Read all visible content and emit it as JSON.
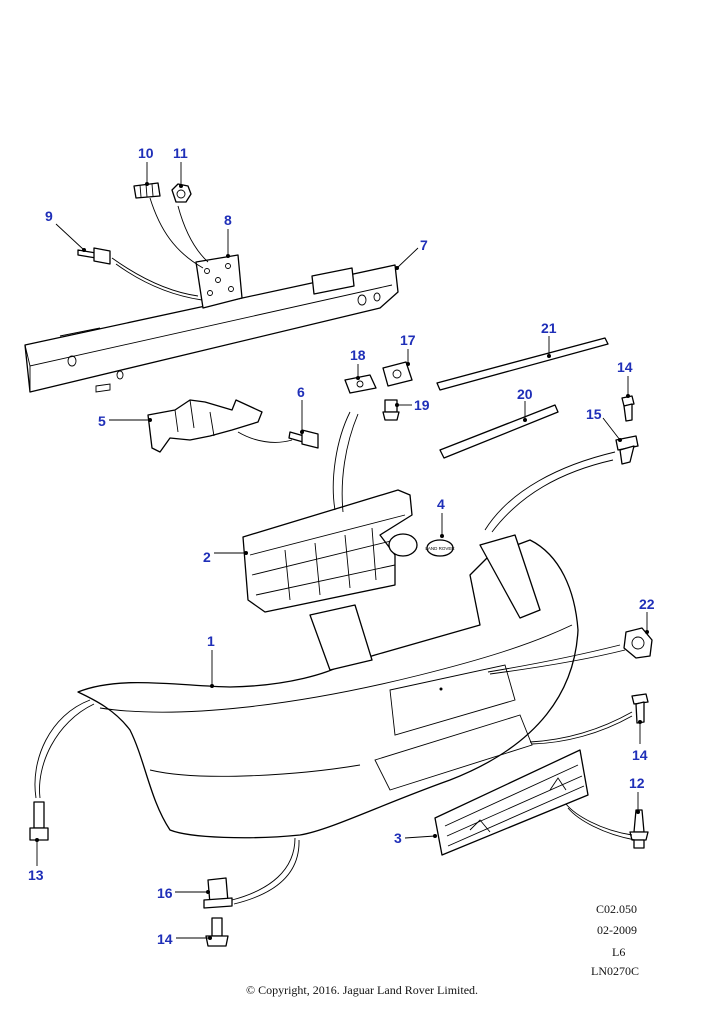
{
  "colors": {
    "callout": "#1f2fb8",
    "line": "#000000",
    "background": "#ffffff"
  },
  "callouts": [
    {
      "id": "c1",
      "label": "1"
    },
    {
      "id": "c2",
      "label": "2"
    },
    {
      "id": "c3",
      "label": "3"
    },
    {
      "id": "c4",
      "label": "4"
    },
    {
      "id": "c5",
      "label": "5"
    },
    {
      "id": "c6",
      "label": "6"
    },
    {
      "id": "c7",
      "label": "7"
    },
    {
      "id": "c8",
      "label": "8"
    },
    {
      "id": "c9",
      "label": "9"
    },
    {
      "id": "c10",
      "label": "10"
    },
    {
      "id": "c11",
      "label": "11"
    },
    {
      "id": "c12",
      "label": "12"
    },
    {
      "id": "c13",
      "label": "13"
    },
    {
      "id": "c14a",
      "label": "14"
    },
    {
      "id": "c14b",
      "label": "14"
    },
    {
      "id": "c14c",
      "label": "14"
    },
    {
      "id": "c15",
      "label": "15"
    },
    {
      "id": "c16",
      "label": "16"
    },
    {
      "id": "c17",
      "label": "17"
    },
    {
      "id": "c18",
      "label": "18"
    },
    {
      "id": "c19",
      "label": "19"
    },
    {
      "id": "c20",
      "label": "20"
    },
    {
      "id": "c21",
      "label": "21"
    },
    {
      "id": "c22",
      "label": "22"
    }
  ],
  "reference": {
    "code": "C02.050",
    "date": "02-2009",
    "model": "L6",
    "drawing_id": "LN0270C"
  },
  "badge_text": "LAND ROVER",
  "copyright": "© Copyright, 2016. Jaguar Land Rover Limited."
}
